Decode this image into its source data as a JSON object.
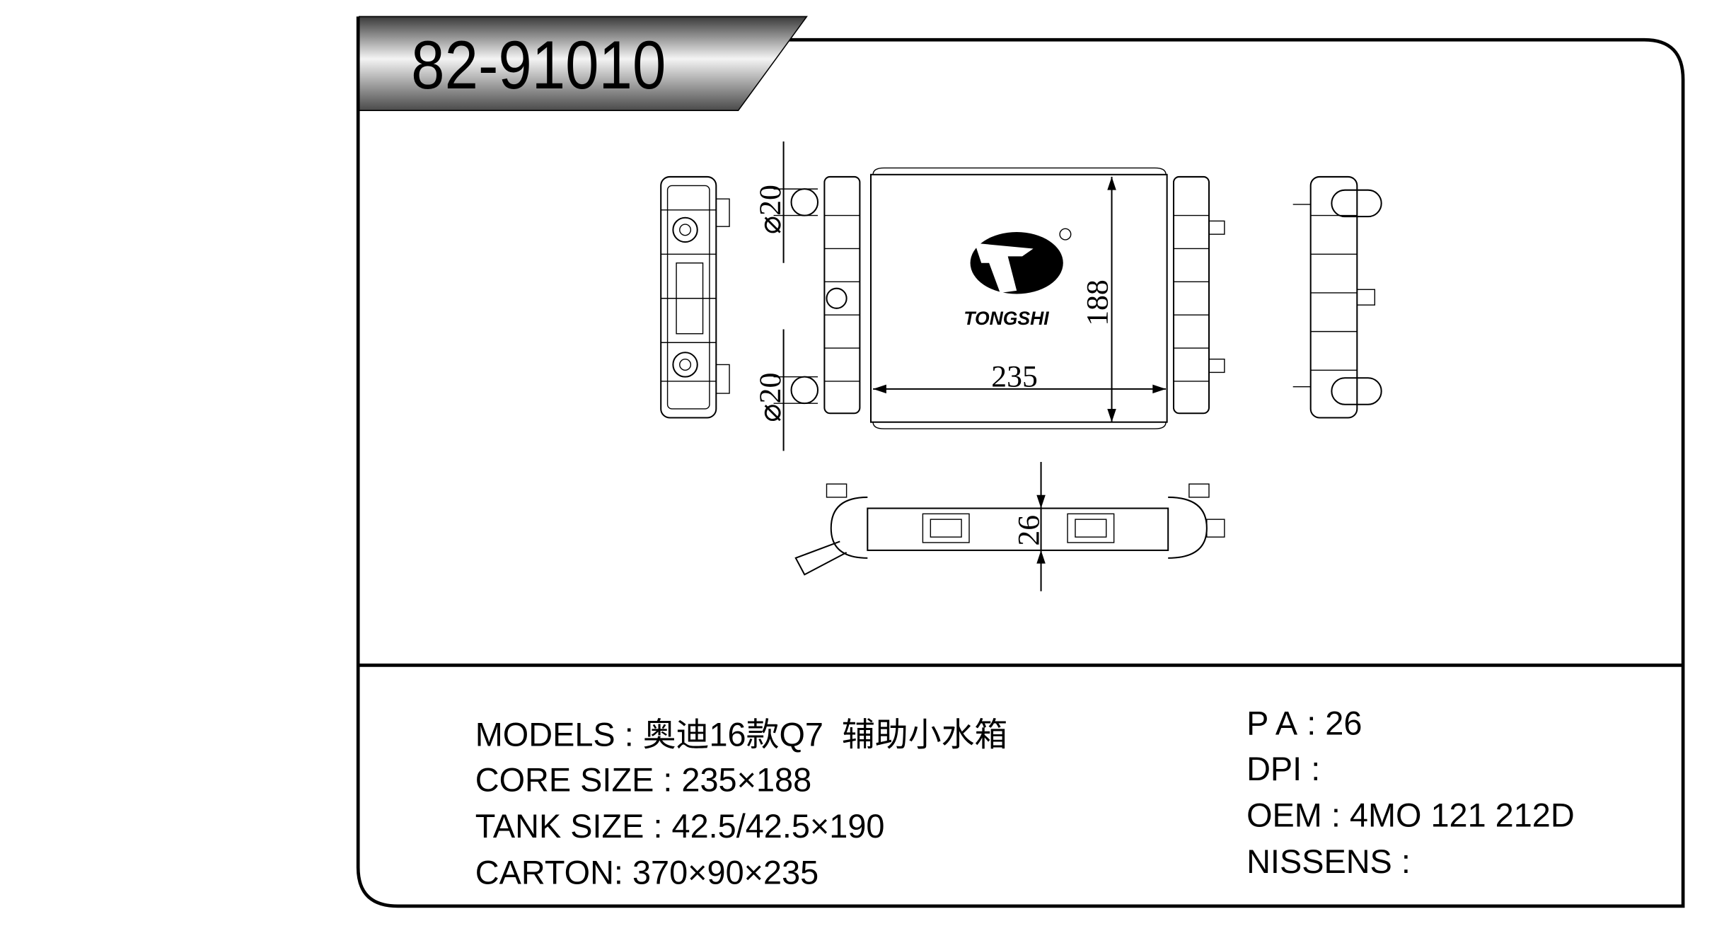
{
  "title": "82-91010",
  "logo": {
    "text": "TONGSHI",
    "mark": "registered-mark"
  },
  "dimensions": {
    "core_width": "235",
    "core_height": "188",
    "inlet_diameter_top": "⌀20",
    "inlet_diameter_bottom": "⌀20",
    "thickness": "26"
  },
  "specs_left": [
    {
      "label": "MODELS",
      "sep": " : ",
      "value": "奥迪16款Q7  辅助小水箱"
    },
    {
      "label": "CORE SIZE",
      "sep": " : ",
      "value": "235×188"
    },
    {
      "label": "TANK SIZE",
      "sep": " : ",
      "value": "42.5/42.5×190"
    },
    {
      "label": "CARTON",
      "sep": ": ",
      "value": "370×90×235"
    }
  ],
  "specs_right": [
    {
      "label": "P A",
      "sep": " : ",
      "value": "26"
    },
    {
      "label": "DPI",
      "sep": " : ",
      "value": ""
    },
    {
      "label": "OEM",
      "sep": " : ",
      "value": "4MO 121 212D"
    },
    {
      "label": "NISSENS",
      "sep": " : ",
      "value": ""
    }
  ]
}
